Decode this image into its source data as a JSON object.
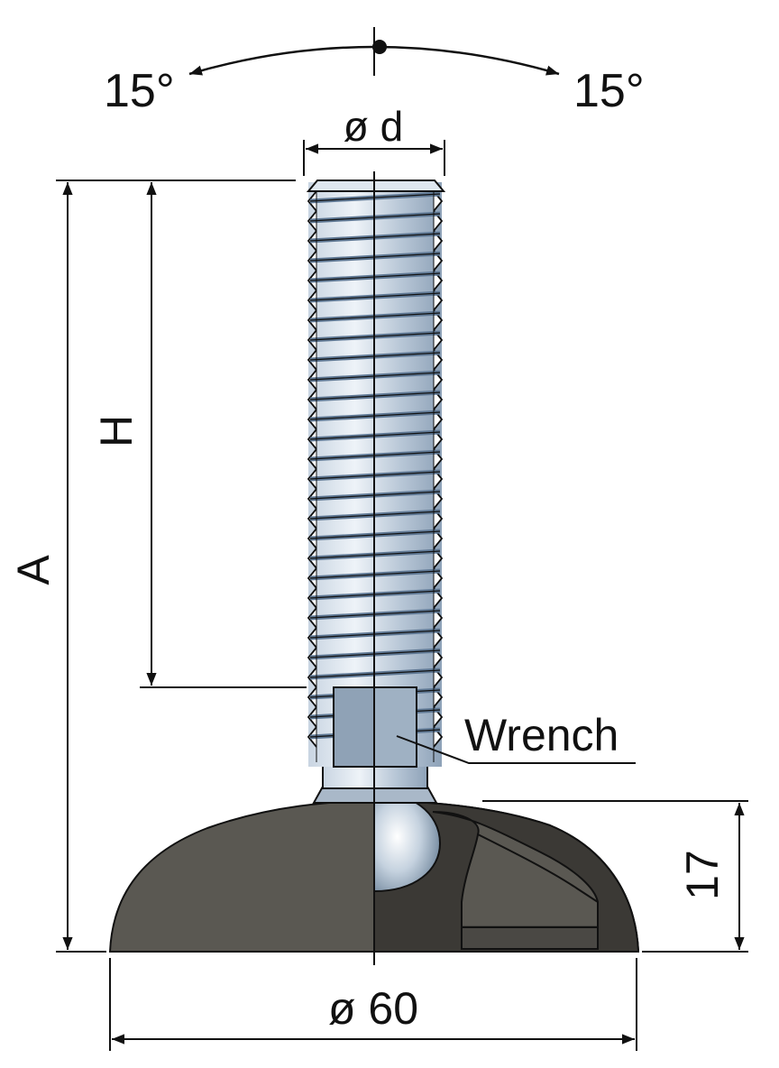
{
  "labels": {
    "angle_left": "15°",
    "angle_right": "15°",
    "thread_diameter": "ø d",
    "overall_height": "A",
    "thread_length": "H",
    "wrench": "Wrench",
    "base_height": "17",
    "base_diameter": "ø 60"
  },
  "colors": {
    "line": "#111111",
    "thread_light": "#e4ebf3",
    "thread_mid": "#b4c3d4",
    "thread_dark": "#5f7894",
    "wrench_flat": "#8fa2b6",
    "base": "#5a5852",
    "base_section": "#3b3935",
    "background": "#ffffff"
  }
}
